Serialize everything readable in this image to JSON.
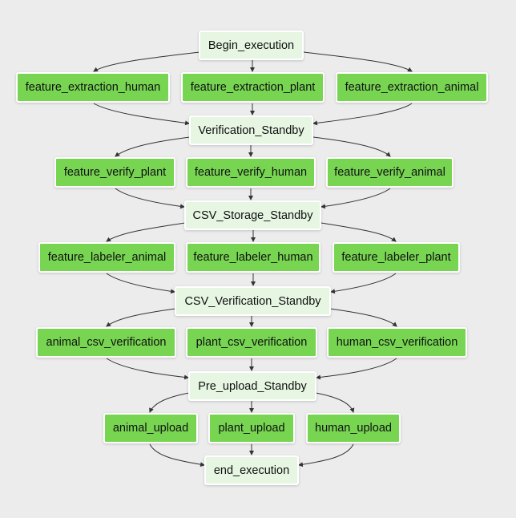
{
  "nodes": {
    "begin": "Begin_execution",
    "fe_human": "feature_extraction_human",
    "fe_plant": "feature_extraction_plant",
    "fe_animal": "feature_extraction_animal",
    "verify_standby": "Verification_Standby",
    "fv_plant": "feature_verify_plant",
    "fv_human": "feature_verify_human",
    "fv_animal": "feature_verify_animal",
    "csv_storage": "CSV_Storage_Standby",
    "fl_animal": "feature_labeler_animal",
    "fl_human": "feature_labeler_human",
    "fl_plant": "feature_labeler_plant",
    "csv_verification": "CSV_Verification_Standby",
    "acsv": "animal_csv_verification",
    "pcsv": "plant_csv_verification",
    "hcsv": "human_csv_verification",
    "pre_upload": "Pre_upload_Standby",
    "up_animal": "animal_upload",
    "up_plant": "plant_upload",
    "up_human": "human_upload",
    "end": "end_execution"
  },
  "colors": {
    "state_fill": "#e6f6e2",
    "task_fill": "#77d552",
    "edge": "#333333",
    "background": "#ececec"
  }
}
